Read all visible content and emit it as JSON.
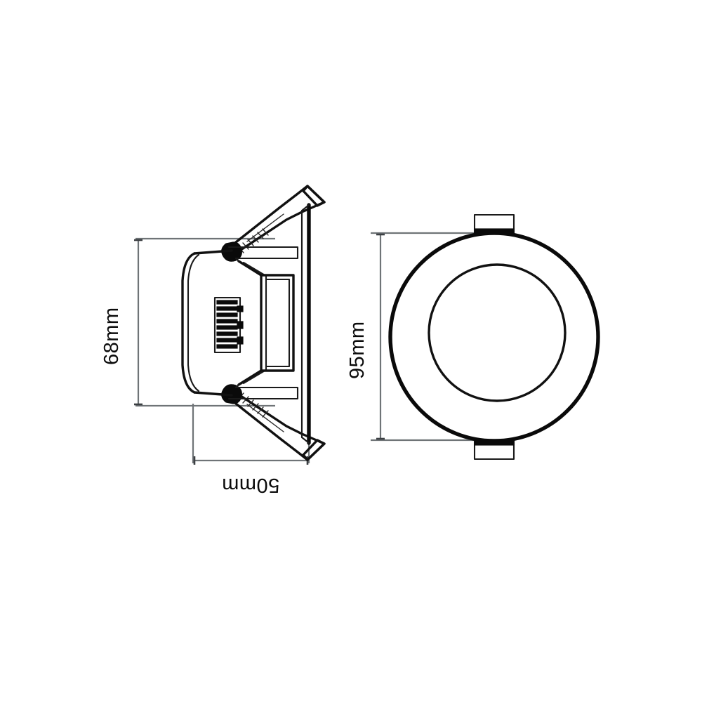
{
  "drawing": {
    "title": "LED downlight dimension drawing",
    "background_color": "#ffffff",
    "line_color": "#0a0a0a",
    "dimension_line_color": "#6f7477",
    "label_color": "#0b0b0b"
  },
  "views": {
    "side": {
      "name": "side-section-view",
      "dimensions": {
        "height": {
          "label": "68mm",
          "value": 68,
          "unit": "mm",
          "orientation": "vertical",
          "text_rotation": -90,
          "position": "left"
        },
        "depth": {
          "label": "50mm",
          "value": 50,
          "unit": "mm",
          "orientation": "horizontal",
          "text_rotation": 180,
          "position": "bottom"
        }
      },
      "features": [
        "spring-clip-upper",
        "spring-clip-lower",
        "rear-housing-dome",
        "reflector-cone",
        "heatsink-fins",
        "trim-flange"
      ]
    },
    "front": {
      "name": "front-plan-view",
      "dimensions": {
        "diameter": {
          "label": "95mm",
          "value": 95,
          "unit": "mm",
          "orientation": "vertical",
          "text_rotation": -90,
          "position": "left"
        }
      },
      "features": [
        "outer-trim-ring",
        "inner-diffuser-circle",
        "mounting-tab-top",
        "mounting-tab-bottom"
      ]
    }
  },
  "labels": {
    "height_68": "68mm",
    "depth_50": "50mm",
    "diameter_95": "95mm"
  }
}
